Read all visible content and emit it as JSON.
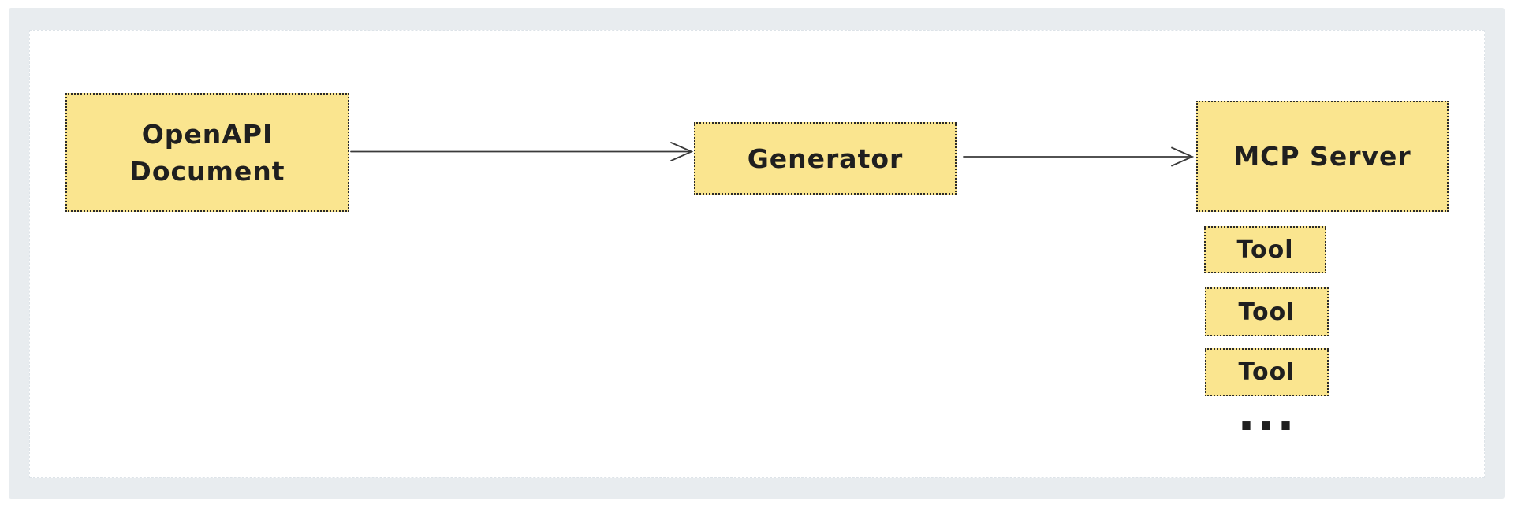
{
  "diagram": {
    "nodes": {
      "openapi": {
        "label": "OpenAPI\nDocument"
      },
      "generator": {
        "label": "Generator"
      },
      "mcp_server": {
        "label": "MCP Server"
      },
      "tools": [
        {
          "label": "Tool"
        },
        {
          "label": "Tool"
        },
        {
          "label": "Tool"
        }
      ],
      "more_tools_indicator": "..."
    },
    "edges": [
      {
        "from": "OpenAPI Document",
        "to": "Generator"
      },
      {
        "from": "Generator",
        "to": "MCP Server"
      }
    ],
    "colors": {
      "node_fill": "#FAE58F",
      "node_border": "#2a2a2a",
      "arrow": "#3a3a3a",
      "frame_background": "#E8ECEF",
      "canvas_background": "#FFFFFF",
      "text": "#1f1f1f"
    }
  }
}
